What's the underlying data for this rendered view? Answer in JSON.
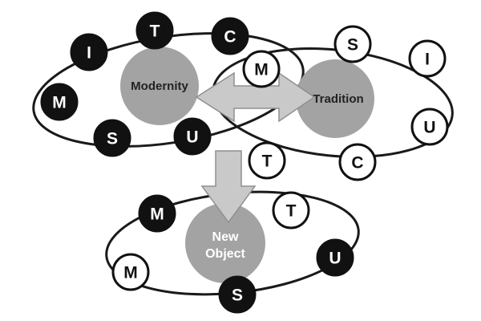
{
  "hubs": {
    "modernity": "Modernity",
    "tradition": "Tradition",
    "new_object": [
      "New",
      "Object"
    ]
  },
  "modernity_ring": [
    "M",
    "I",
    "T",
    "C",
    "M",
    "U",
    "S"
  ],
  "tradition_ring": [
    "S",
    "I",
    "U",
    "C",
    "T"
  ],
  "new_object_ring": [
    "M",
    "T",
    "U",
    "S",
    "M"
  ],
  "colors": {
    "dark_node": "#111111",
    "light_node": "#ffffff",
    "hub_fill": "#a3a3a3",
    "arrow_fill": "#c9c9c9"
  }
}
